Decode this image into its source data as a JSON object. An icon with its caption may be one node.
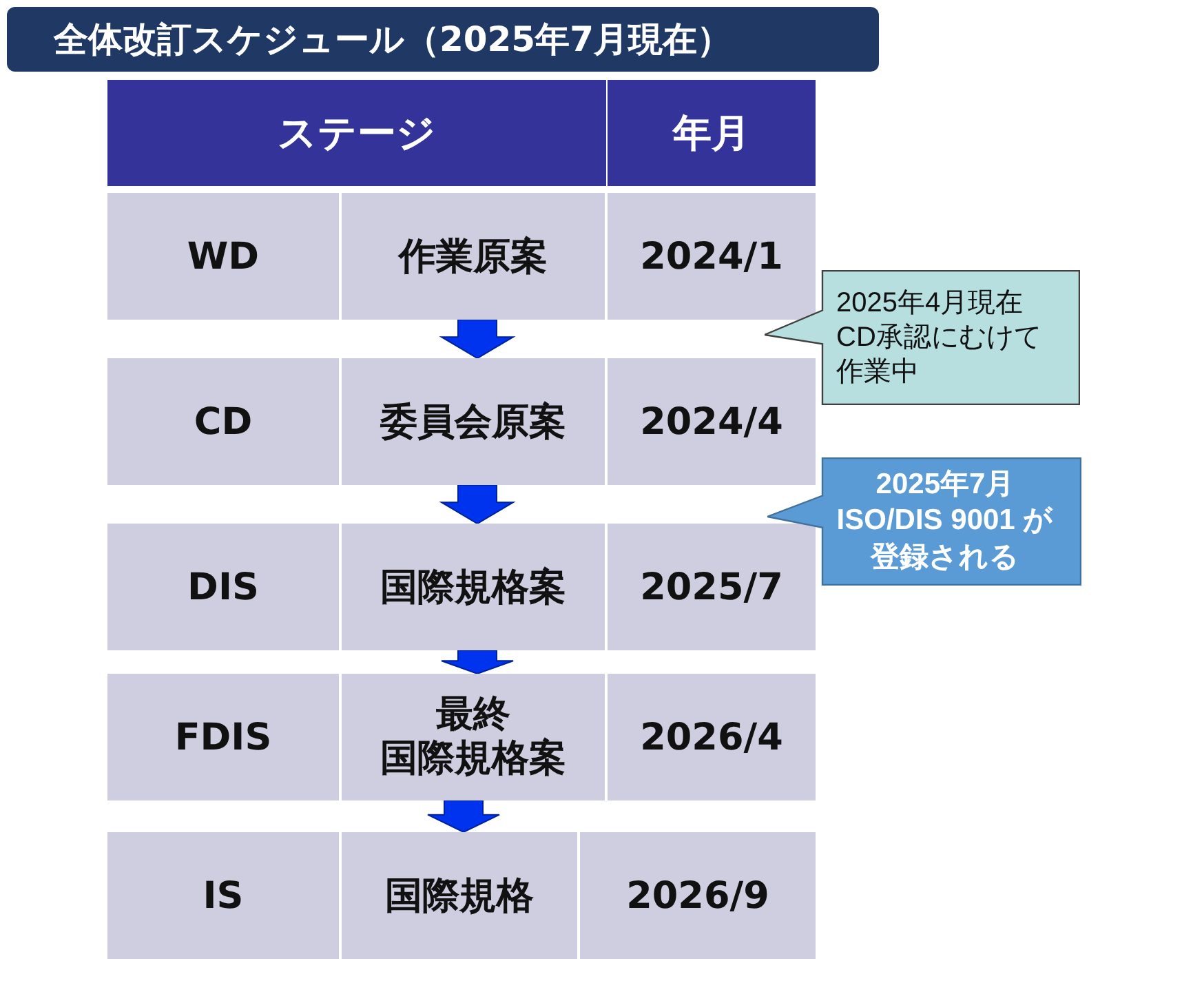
{
  "diagram": {
    "title": "全体改訂スケジュール（2025年7月現在）",
    "nodes": [
      {
        "text": [
          "ステージ"
        ]
      },
      {
        "text": [
          "年月"
        ]
      },
      {
        "text": [
          "WD"
        ]
      },
      {
        "text": [
          "作業原案"
        ]
      },
      {
        "text": [
          "2024/1"
        ]
      },
      {
        "text": [
          "CD"
        ]
      },
      {
        "text": [
          "委員会原案"
        ]
      },
      {
        "text": [
          "2024/4"
        ]
      },
      {
        "text": [
          "DIS"
        ]
      },
      {
        "text": [
          "国際規格案"
        ]
      },
      {
        "text": [
          "2025/7"
        ]
      },
      {
        "text": [
          "FDIS"
        ]
      },
      {
        "text": [
          "最終国際規格案"
        ]
      },
      {
        "text": [
          "2026/4"
        ]
      },
      {
        "text": [
          "IS"
        ]
      },
      {
        "text": [
          "国際規格"
        ]
      },
      {
        "text": [
          "2026/9"
        ]
      },
      {
        "text": [
          "2025年4月現在CD承認にむけて作業中"
        ]
      },
      {
        "text": [
          "2025年7月 ISO/DIS 9001 が登録される"
        ]
      }
    ],
    "edges": [
      {
        "from": 3,
        "to": 6,
        "arrow": "to"
      },
      {
        "from": 6,
        "to": 9,
        "arrow": "to"
      },
      {
        "from": 9,
        "to": 12,
        "arrow": "to"
      },
      {
        "from": 12,
        "to": 15,
        "arrow": "to"
      }
    ]
  }
}
